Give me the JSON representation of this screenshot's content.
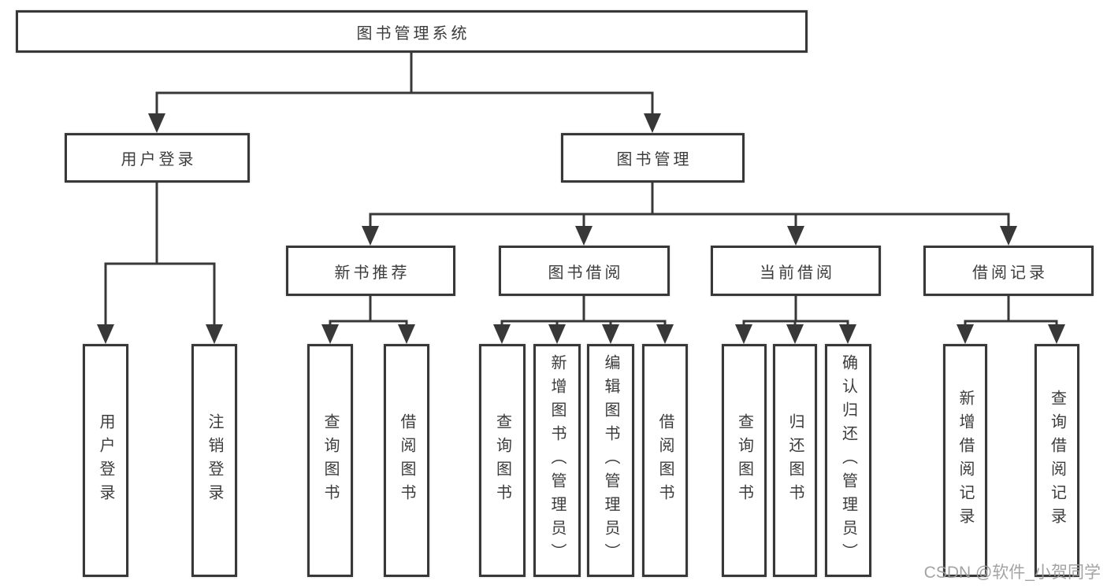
{
  "diagram": {
    "root": {
      "label": "图书管理系统"
    },
    "branches": [
      {
        "label": "用户登录",
        "children": [
          {
            "label": "用户登录"
          },
          {
            "label": "注销登录"
          }
        ]
      },
      {
        "label": "图书管理",
        "children": [
          {
            "label": "新书推荐",
            "children": [
              {
                "label": "查询图书"
              },
              {
                "label": "借阅图书"
              }
            ]
          },
          {
            "label": "图书借阅",
            "children": [
              {
                "label": "查询图书"
              },
              {
                "label": "新增图书（管理员）"
              },
              {
                "label": "编辑图书（管理员）"
              },
              {
                "label": "借阅图书"
              }
            ]
          },
          {
            "label": "当前借阅",
            "children": [
              {
                "label": "查询图书"
              },
              {
                "label": "归还图书"
              },
              {
                "label": "确认归还（管理员）"
              }
            ]
          },
          {
            "label": "借阅记录",
            "children": [
              {
                "label": "新增借阅记录"
              },
              {
                "label": "查询借阅记录"
              }
            ]
          }
        ]
      }
    ]
  },
  "watermark": {
    "text": "CSDN @软件_小贺同学"
  },
  "colors": {
    "line": "#383838",
    "text": "#3c3c3c",
    "box_background": "#ffffff",
    "page_background": "#ffffff",
    "watermark": "#9c9c9c"
  }
}
